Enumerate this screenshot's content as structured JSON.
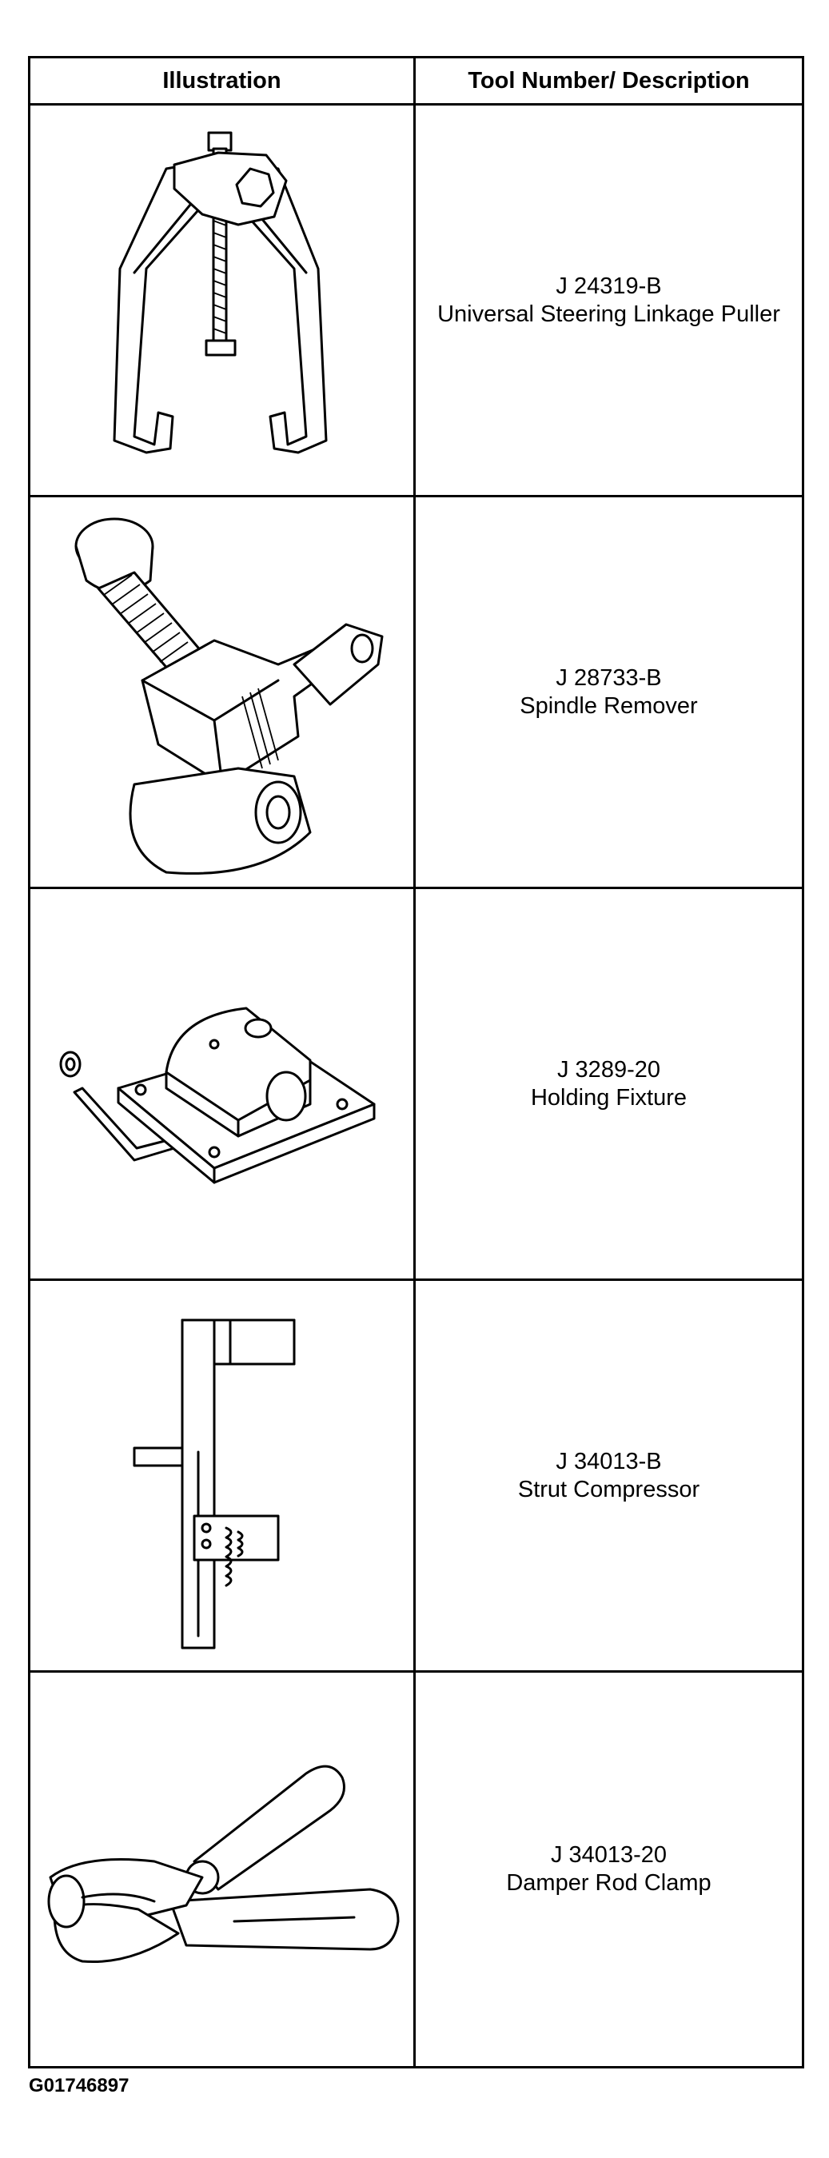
{
  "table": {
    "headers": {
      "illustration": "Illustration",
      "description": "Tool Number/ Description"
    },
    "rows": [
      {
        "tool_number": "J 24319-B",
        "description": "Universal Steering Linkage Puller",
        "icon": "steering-linkage-puller-icon"
      },
      {
        "tool_number": "J 28733-B",
        "description": "Spindle Remover",
        "icon": "spindle-remover-icon"
      },
      {
        "tool_number": "J 3289-20",
        "description": "Holding Fixture",
        "icon": "holding-fixture-icon"
      },
      {
        "tool_number": "J 34013-B",
        "description": "Strut Compressor",
        "icon": "strut-compressor-icon"
      },
      {
        "tool_number": "J 34013-20",
        "description": "Damper Rod Clamp",
        "icon": "damper-rod-clamp-icon"
      }
    ]
  },
  "figure_id": "G01746897"
}
